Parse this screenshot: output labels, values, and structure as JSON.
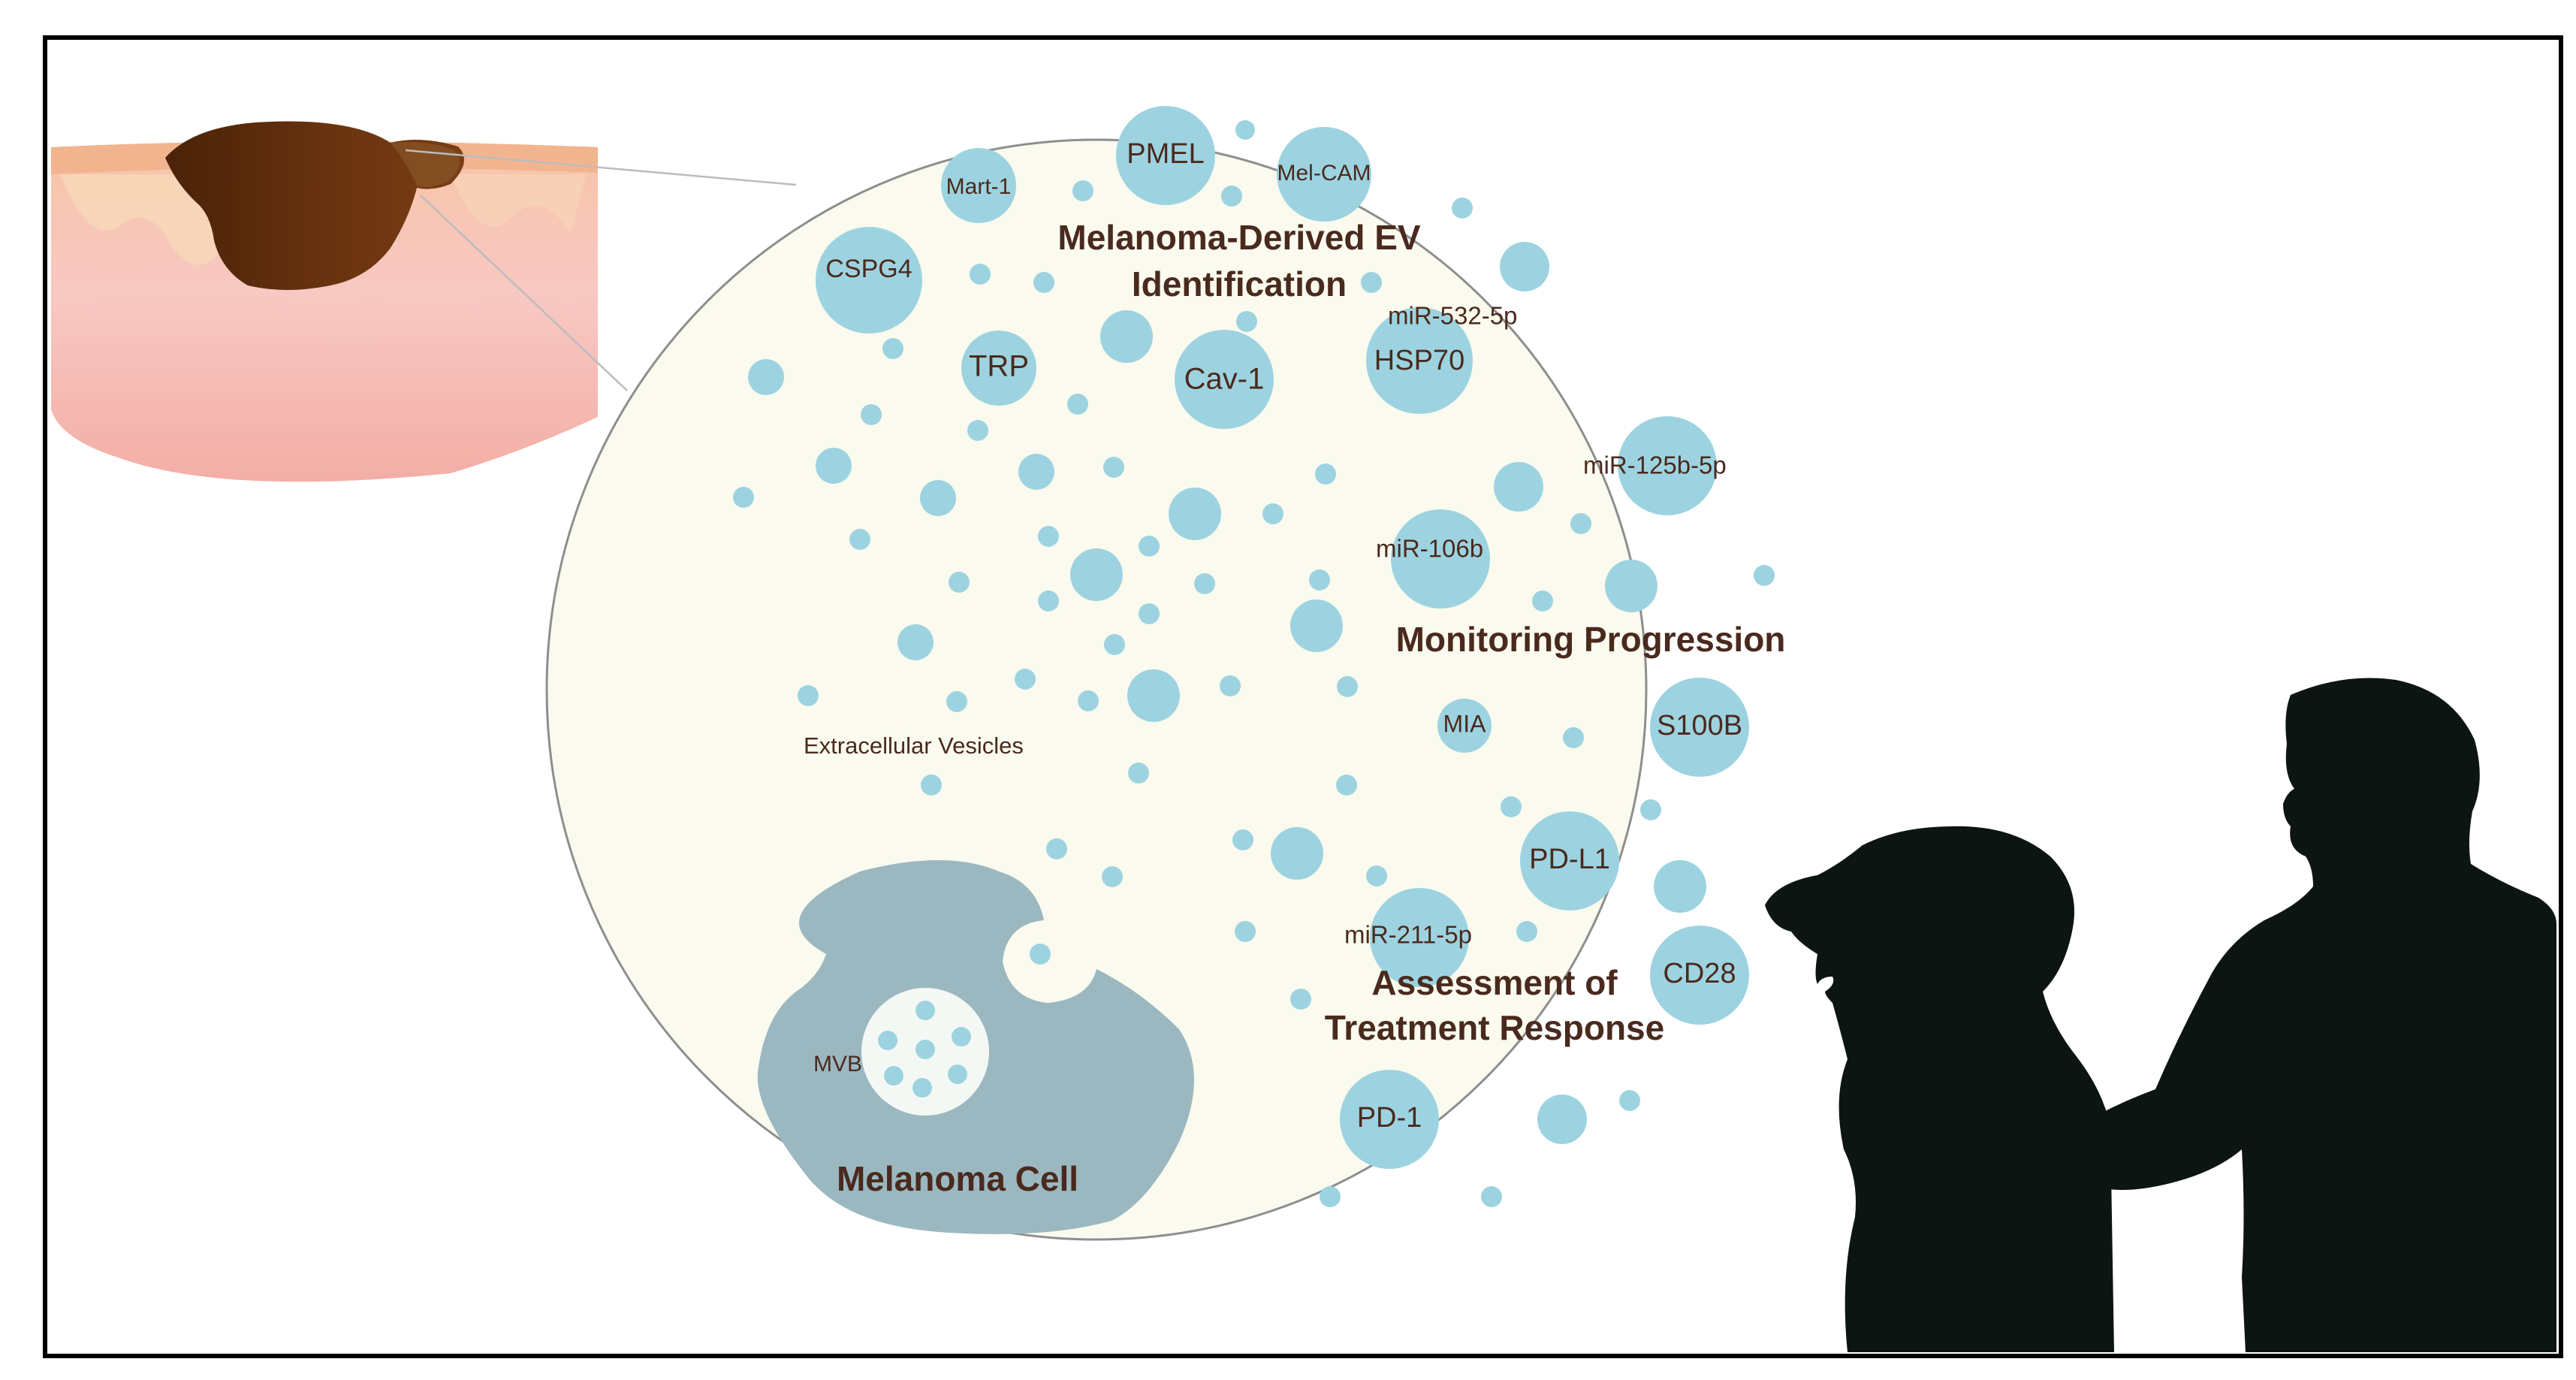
{
  "colors": {
    "frame": "#000000",
    "circle_fill": "#fafaee",
    "vesicle": "#9dd3e0",
    "cell": "#9bb8c1",
    "text": "#4a2a1e",
    "silhouette": "#0d1512",
    "skin_surface": "#f7c4a6",
    "skin_deep": "#f5b9b0",
    "tumor": "#5c2e0e"
  },
  "icons": [
    "skin-tumor-illustration",
    "magnifier-lines",
    "melanoma-cell",
    "multivesicular-body",
    "dog-silhouette",
    "person-silhouette"
  ],
  "sections": {
    "identification_line1": "Melanoma-Derived EV",
    "identification_line2": "Identification",
    "monitoring": "Monitoring Progression",
    "treatment_line1": "Assessment of",
    "treatment_line2": "Treatment Response",
    "cell_label": "Melanoma Cell"
  },
  "labels": {
    "extracellular_vesicles": "Extracellular Vesicles",
    "mvb": "MVB",
    "mir_532": "miR-532-5p",
    "mir_125b": "miR-125b-5p",
    "mir_106b": "miR-106b",
    "mir_211": "miR-211-5p"
  },
  "markers": {
    "pmel": "PMEL",
    "mart1": "Mart-1",
    "melcam": "Mel-CAM",
    "cspg4": "CSPG4",
    "trp": "TRP",
    "cav1": "Cav-1",
    "hsp70": "HSP70",
    "mia": "MIA",
    "s100b": "S100B",
    "pdl1": "PD-L1",
    "cd28": "CD28",
    "pd1": "PD-1"
  }
}
